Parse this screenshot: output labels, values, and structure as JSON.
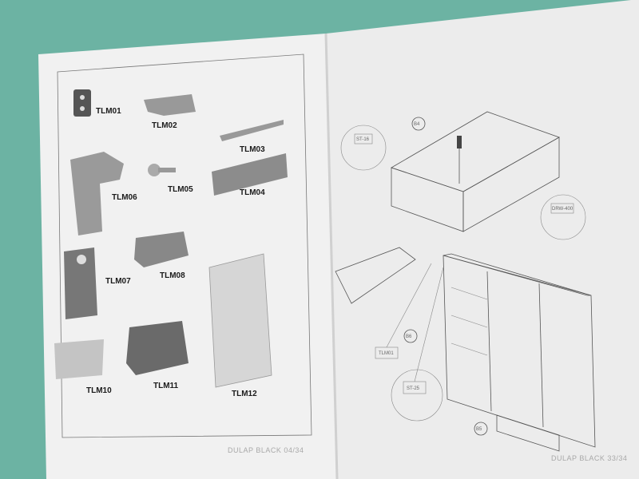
{
  "left_page": {
    "parts": [
      {
        "code": "TLM01"
      },
      {
        "code": "TLM02"
      },
      {
        "code": "TLM03"
      },
      {
        "code": "TLM06"
      },
      {
        "code": "TLM05"
      },
      {
        "code": "TLM04"
      },
      {
        "code": "TLM07"
      },
      {
        "code": "TLM08"
      },
      {
        "code": "TLM10"
      },
      {
        "code": "TLM11"
      },
      {
        "code": "TLM12"
      }
    ],
    "footer": "DULAP BLACK 04/34"
  },
  "right_page": {
    "steps": {
      "b4": "B4",
      "b5": "B5",
      "b6": "B6"
    },
    "callouts": {
      "st16": "ST-16",
      "drw400": "DRW-400",
      "tlm01": "TLM01",
      "st25": "ST-25"
    },
    "footer": "DULAP BLACK 33/34"
  },
  "colors": {
    "background": "#6cb3a3",
    "paper_left": "#f2f2f2",
    "paper_right": "#eeeeee"
  }
}
